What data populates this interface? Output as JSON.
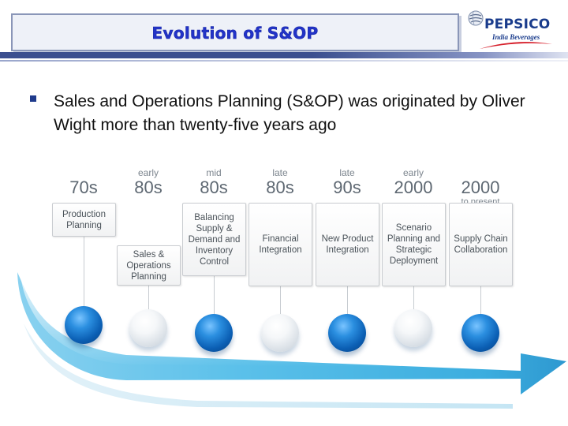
{
  "slide": {
    "title": "Evolution of S&OP",
    "logo": {
      "name": "PEPSICO",
      "subtitle": "India Beverages"
    },
    "bullets": [
      "Sales and Operations Planning (S&OP) was originated by Oliver Wight more than twenty-five years ago"
    ]
  },
  "timeline": {
    "periods": [
      {
        "prefix": "",
        "label": "70s",
        "suffix": ""
      },
      {
        "prefix": "early",
        "label": "80s",
        "suffix": ""
      },
      {
        "prefix": "mid",
        "label": "80s",
        "suffix": ""
      },
      {
        "prefix": "late",
        "label": "80s",
        "suffix": ""
      },
      {
        "prefix": "late",
        "label": "90s",
        "suffix": ""
      },
      {
        "prefix": "early",
        "label": "2000",
        "suffix": ""
      },
      {
        "prefix": "",
        "label": "2000",
        "suffix": "to present"
      }
    ],
    "milestones": [
      "Production Planning",
      "Sales & Operations Planning",
      "Balancing Supply & Demand and Inventory Control",
      "Financial Integration",
      "New Product Integration",
      "Scenario Planning and Strategic Deployment",
      "Supply Chain Collaboration"
    ],
    "ball_colors": [
      "blue",
      "white",
      "blue",
      "white",
      "blue",
      "white",
      "blue"
    ],
    "colors": {
      "arrow_light": "#bfe6f7",
      "arrow_mid": "#3cb3e4",
      "arrow_dark": "#1c8fcc",
      "blue_ball": "#0b5fb4"
    }
  }
}
